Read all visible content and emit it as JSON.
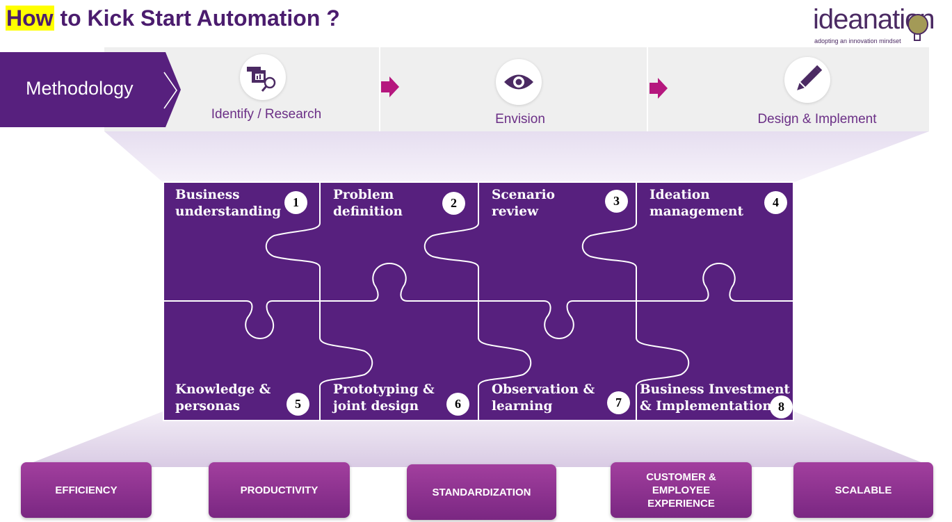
{
  "header": {
    "title_highlight": "How",
    "title_rest": " to Kick Start Automation ?"
  },
  "logo": {
    "name": "ideanation",
    "tagline": "adopting an innovation mindset"
  },
  "methodology": {
    "label": "Methodology",
    "steps": [
      {
        "label": "Identify / Research",
        "icon": "research-icon"
      },
      {
        "label": "Envision",
        "icon": "eye-icon"
      },
      {
        "label": "Design & Implement",
        "icon": "pencil-icon"
      }
    ]
  },
  "puzzle": {
    "pieces": [
      {
        "number": "1",
        "label": "Business\nunderstanding"
      },
      {
        "number": "2",
        "label": "Problem\ndefinition"
      },
      {
        "number": "3",
        "label": "Scenario\nreview"
      },
      {
        "number": "4",
        "label": "Ideation\nmanagement"
      },
      {
        "number": "5",
        "label": "Knowledge &\npersonas"
      },
      {
        "number": "6",
        "label": "Prototyping &\njoint design"
      },
      {
        "number": "7",
        "label": "Observation &\nlearning"
      },
      {
        "number": "8",
        "label": "Business Investment\n& Implementation"
      }
    ]
  },
  "benefits": [
    "EFFICIENCY",
    "PRODUCTIVITY",
    "STANDARDIZATION",
    "CUSTOMER &\nEMPLOYEE\nEXPERIENCE",
    "SCALABLE"
  ],
  "colors": {
    "primary_purple": "#57207e",
    "magenta_arrow": "#b5177e",
    "benefit_gradient_top": "#a23f9e",
    "highlight": "#ffff00"
  }
}
